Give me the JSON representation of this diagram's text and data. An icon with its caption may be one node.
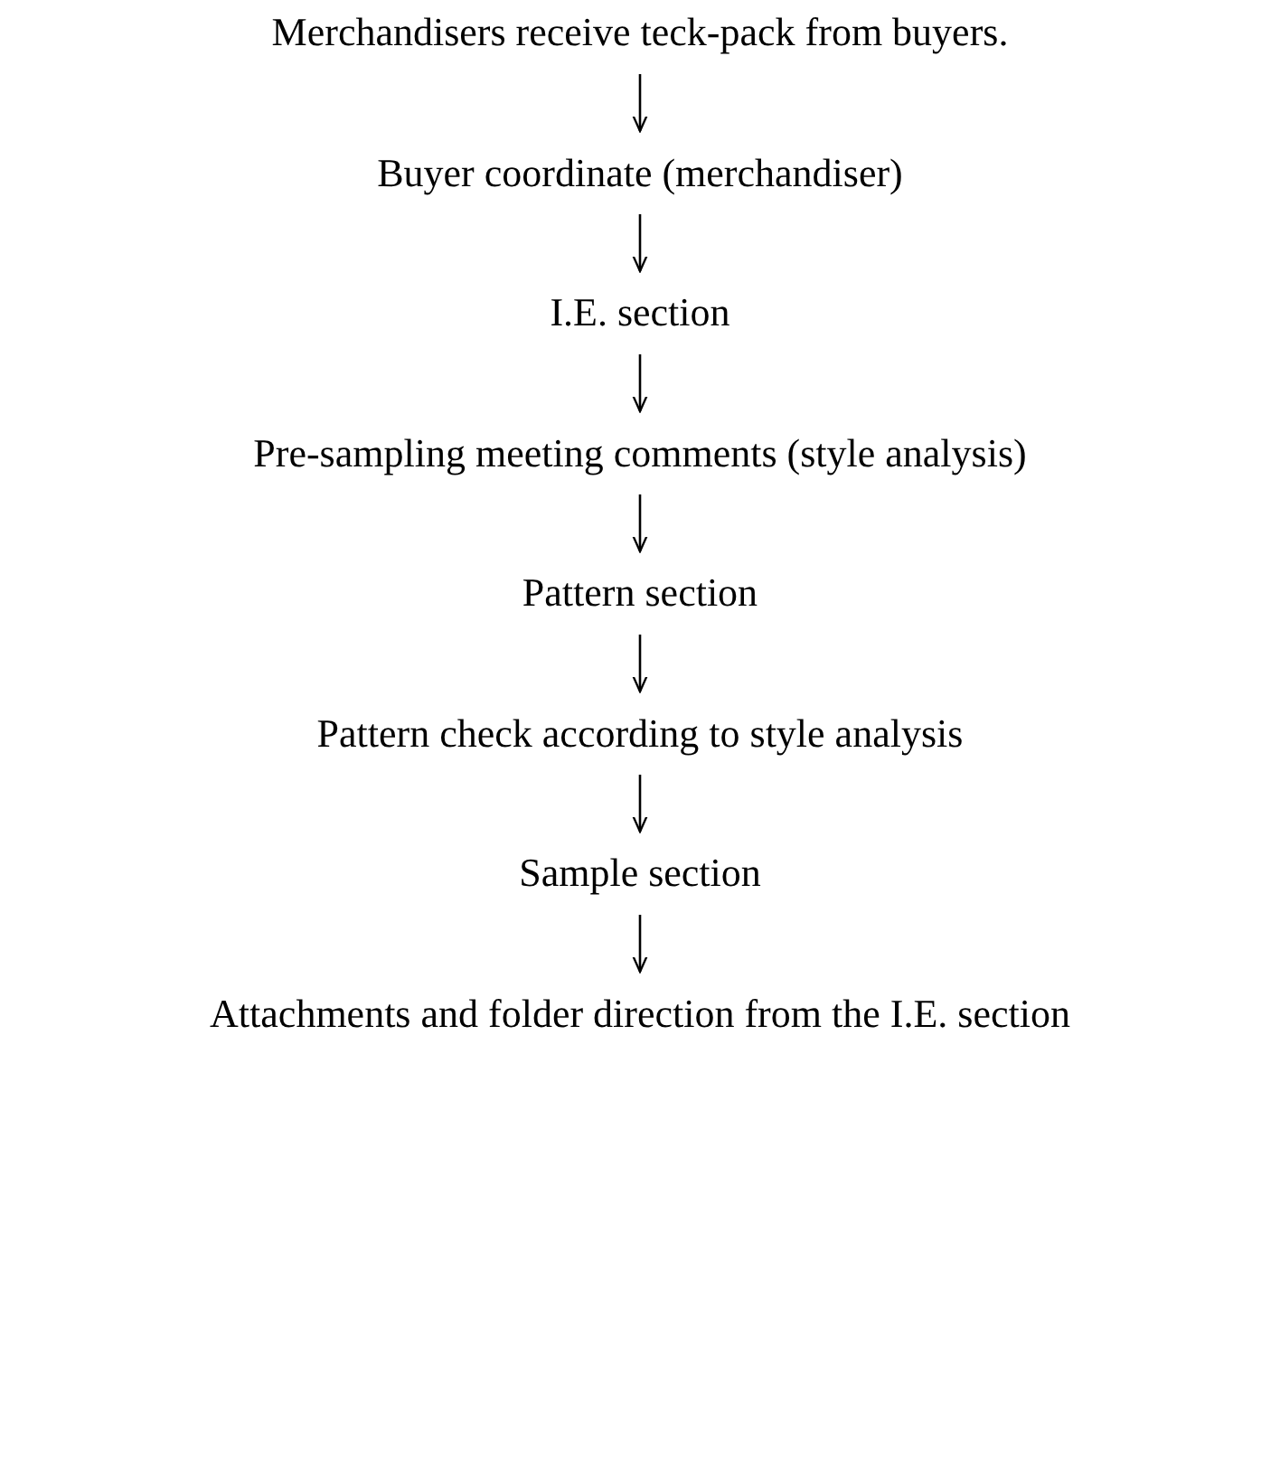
{
  "diagram": {
    "nodes": [
      {
        "text": [
          "Merchandisers receive teck-pack from buyers."
        ]
      },
      {
        "text": [
          "Buyer coordinate (merchandiser)"
        ]
      },
      {
        "text": [
          "I.E. section"
        ]
      },
      {
        "text": [
          "Pre-sampling meeting comments (style analysis)"
        ]
      },
      {
        "text": [
          "Pattern section"
        ]
      },
      {
        "text": [
          "Pattern check according to style analysis"
        ]
      },
      {
        "text": [
          "Sample section"
        ]
      },
      {
        "text": [
          "Attachments and folder direction from the I.E. section"
        ]
      }
    ],
    "edges": [
      {
        "from": 0,
        "to": 1,
        "arrow": "to"
      },
      {
        "from": 1,
        "to": 2,
        "arrow": "to"
      },
      {
        "from": 2,
        "to": 3,
        "arrow": "to"
      },
      {
        "from": 3,
        "to": 4,
        "arrow": "to"
      },
      {
        "from": 4,
        "to": 5,
        "arrow": "to"
      },
      {
        "from": 5,
        "to": 6,
        "arrow": "to"
      },
      {
        "from": 6,
        "to": 7,
        "arrow": "to"
      }
    ]
  }
}
